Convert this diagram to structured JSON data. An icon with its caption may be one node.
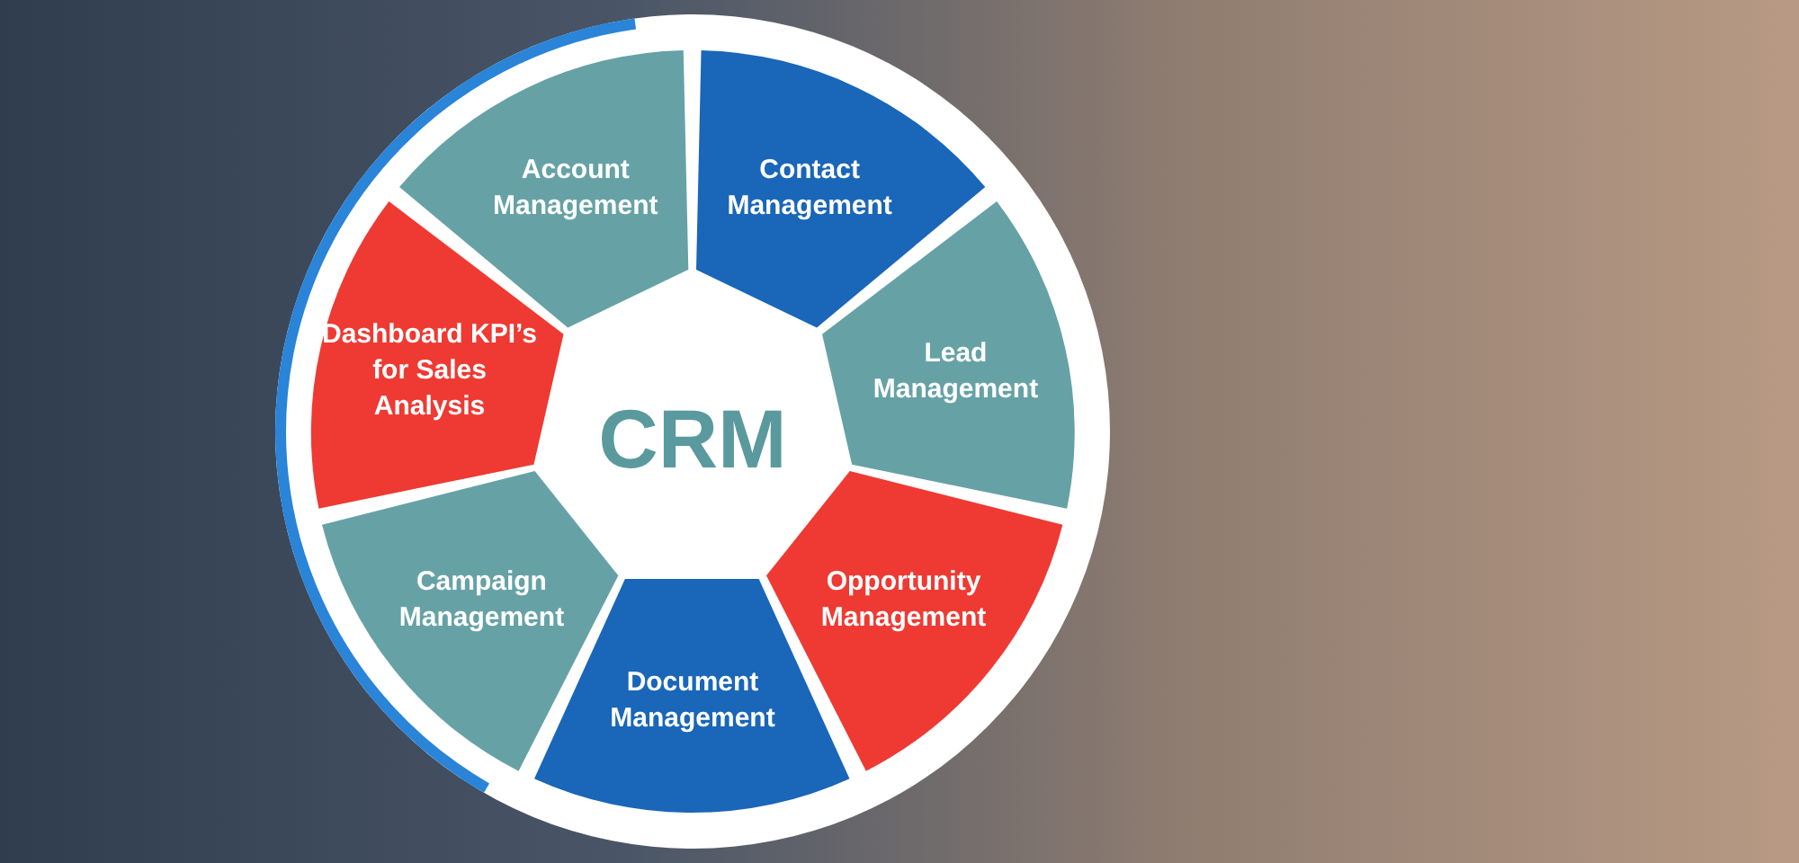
{
  "diagram": {
    "nodes": [
      {
        "text": [],
        "shape": "circle"
      },
      {
        "text": [
          "CRM"
        ],
        "in": 0
      },
      {
        "text": [
          "Account Management"
        ],
        "in": 0
      },
      {
        "text": [
          "Contact Management"
        ],
        "in": 0
      },
      {
        "text": [
          "Lead Management"
        ],
        "in": 0
      },
      {
        "text": [
          "Opportunity Management"
        ],
        "in": 0
      },
      {
        "text": [
          "Document Management"
        ],
        "in": 0
      },
      {
        "text": [
          "Campaign Management"
        ],
        "in": 0
      },
      {
        "text": [
          "Dashboard KPI’s for Sales Analysis"
        ],
        "in": 0
      }
    ],
    "edges": []
  }
}
